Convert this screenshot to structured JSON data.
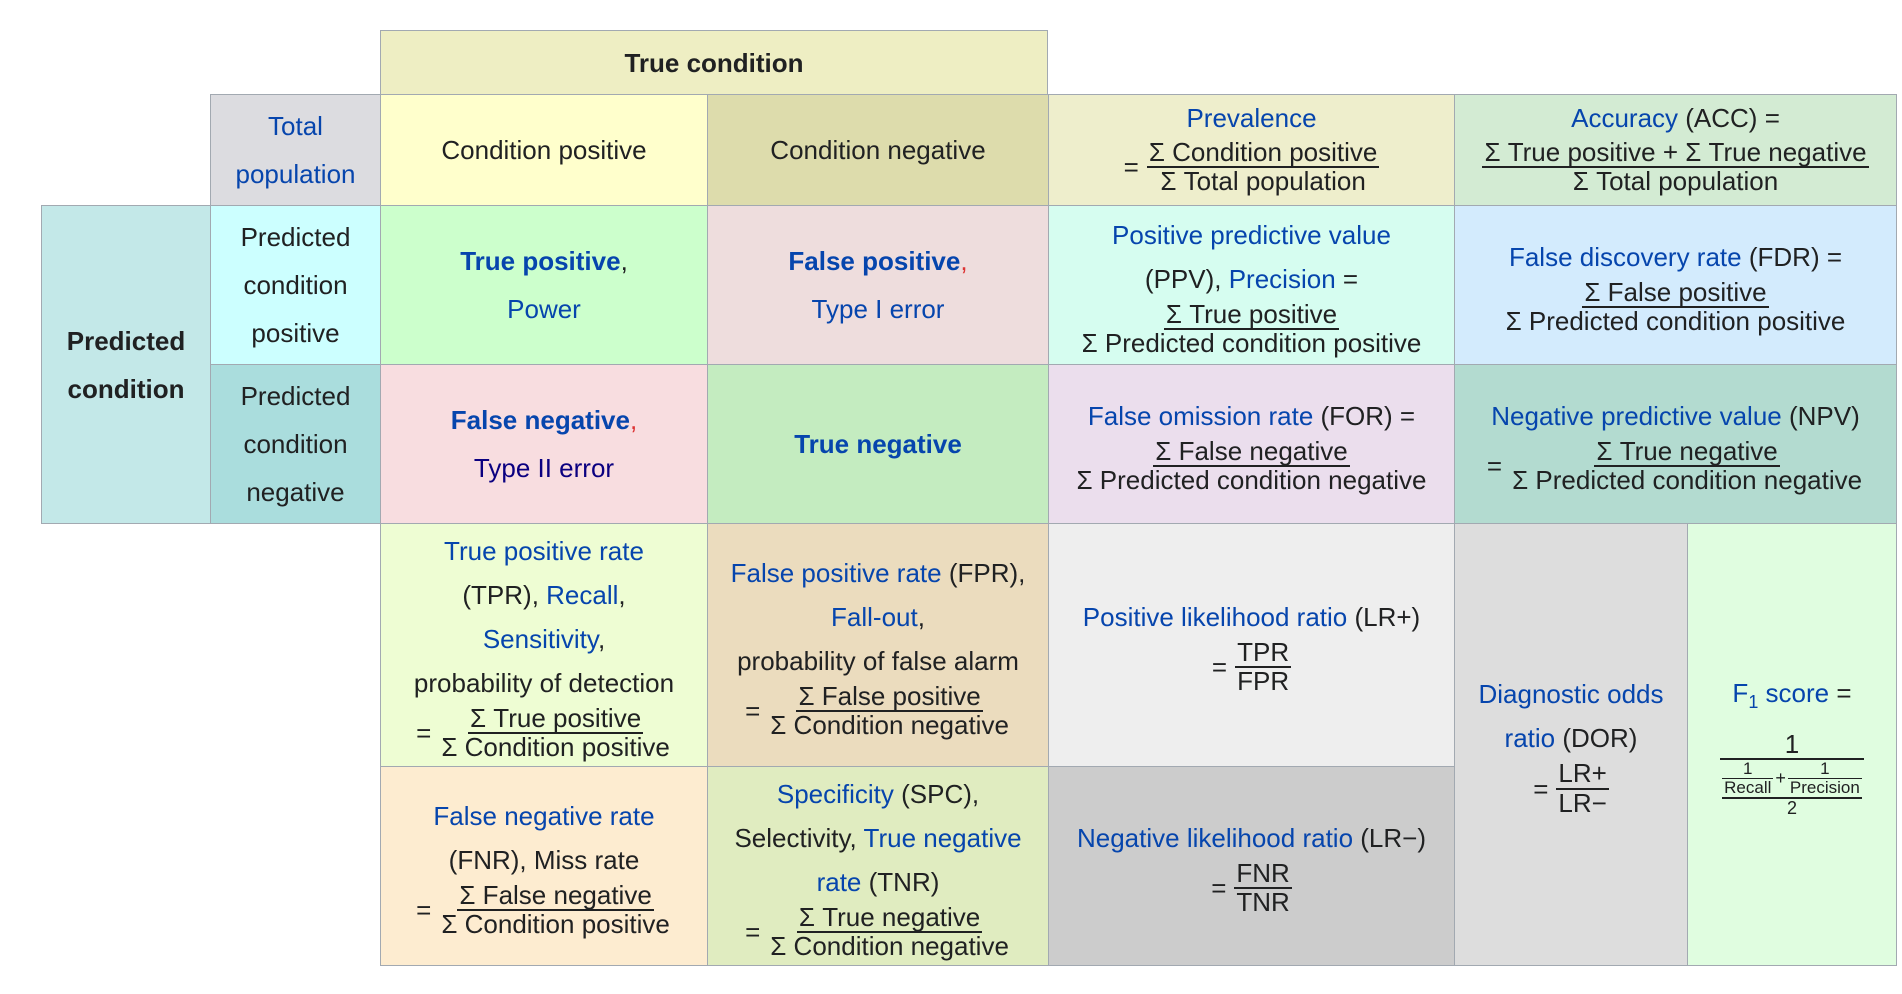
{
  "colors": {
    "link": "#0645ad",
    "text": "#202122",
    "border": "#a2a9b1",
    "comma_red": "#dd3333"
  },
  "true_condition": {
    "label": "True condition",
    "bg": "#eeeec3"
  },
  "total_population": {
    "line1": "Total",
    "line2": "population",
    "bg": "#dcdce0"
  },
  "condition_positive": {
    "label": "Condition positive",
    "bg": "#ffffcc"
  },
  "condition_negative": {
    "label": "Condition negative",
    "bg": "#dddcac"
  },
  "predicted_condition": {
    "line1": "Predicted",
    "line2": "condition",
    "bg": "#c3e8e8"
  },
  "predicted_positive": {
    "line1": "Predicted",
    "line2": "condition",
    "line3": "positive",
    "bg": "#ccffff"
  },
  "predicted_negative": {
    "line1": "Predicted",
    "line2": "condition",
    "line3": "negative",
    "bg": "#aadddd"
  },
  "true_positive": {
    "name": "True positive",
    "comma": ",",
    "alt": "Power",
    "bg": "#ccffcc"
  },
  "false_positive": {
    "name": "False positive",
    "comma": ",",
    "alt": "Type I error",
    "bg": "#eedddd"
  },
  "false_negative": {
    "name": "False negative",
    "comma": ",",
    "alt": "Type II error",
    "bg": "#f8dde0"
  },
  "true_negative": {
    "name": "True negative",
    "bg": "#c4ecc0"
  },
  "prevalence": {
    "name": "Prevalence",
    "eq": "=",
    "num": "Σ Condition positive",
    "den": "Σ Total population",
    "bg": "#eeeecc"
  },
  "accuracy": {
    "name": "Accuracy",
    "abbr": " (ACC) =",
    "num": "Σ True positive + Σ True negative",
    "den": "Σ Total population",
    "bg": "#d3ebd3"
  },
  "ppv": {
    "name": "Positive predictive value",
    "abbr": "(PPV), ",
    "alt": "Precision",
    "tail": " =",
    "num": "Σ True positive",
    "den": "Σ Predicted condition positive",
    "bg": "#d6fdf0"
  },
  "fdr": {
    "name": "False discovery rate",
    "abbr": " (FDR) =",
    "num": "Σ False positive",
    "den": "Σ Predicted condition positive",
    "bg": "#d3ebfd"
  },
  "for": {
    "name": "False omission rate",
    "abbr": " (FOR) =",
    "num": "Σ False negative",
    "den": "Σ Predicted condition negative",
    "bg": "#ebdeed"
  },
  "npv": {
    "name": "Negative predictive value",
    "abbr": " (NPV)",
    "eq": "=",
    "num": "Σ True negative",
    "den": "Σ Predicted condition negative",
    "bg": "#b3dbd0"
  },
  "tpr": {
    "name": "True positive rate",
    "abbr": "(TPR), ",
    "recall": "Recall",
    "comma": ",",
    "sens": "Sensitivity",
    "comma2": ",",
    "desc": "probability of detection",
    "eq": "=",
    "num": "Σ True positive",
    "den": "Σ Condition positive",
    "bg": "#eefdd3"
  },
  "fpr": {
    "name": "False positive rate",
    "abbr": " (FPR),",
    "fallout": "Fall-out",
    "comma": ",",
    "desc": "probability of false alarm",
    "eq": "=",
    "num": "Σ False positive",
    "den": "Σ Condition negative",
    "bg": "#ebdcbe"
  },
  "lr_pos": {
    "name": "Positive likelihood ratio",
    "abbr": " (LR+)",
    "eq": "=",
    "num": "TPR",
    "den": "FPR",
    "bg": "#eeeeee"
  },
  "lr_neg": {
    "name": "Negative likelihood ratio",
    "abbr": " (LR−)",
    "eq": "=",
    "num": "FNR",
    "den": "TNR",
    "bg": "#cccccc"
  },
  "dor": {
    "name1": "Diagnostic odds",
    "name2": "ratio",
    "abbr": " (DOR)",
    "eq": "=",
    "num": "LR+",
    "den": "LR−",
    "bg": "#dddddd"
  },
  "f1": {
    "name": "F",
    "sub": "1",
    "name2": " score",
    "tail": " =",
    "num": "1",
    "one_a": "1",
    "recall": "Recall",
    "plus": "+",
    "one_b": "1",
    "precision": "Precision",
    "den": "2",
    "bg": "#e0fde0"
  },
  "fnr": {
    "name": "False negative rate",
    "abbr": "(FNR), Miss rate",
    "eq": "=",
    "num": "Σ False negative",
    "den": "Σ Condition positive",
    "bg": "#fdecd0"
  },
  "spc": {
    "name": "Specificity",
    "abbr": " (SPC),",
    "sel": "Selectivity, ",
    "tnr1": "True negative",
    "tnr2": "rate",
    "abbr2": " (TNR)",
    "eq": "=",
    "num": "Σ True negative",
    "den": "Σ Condition negative",
    "bg": "#e0ecc0"
  }
}
